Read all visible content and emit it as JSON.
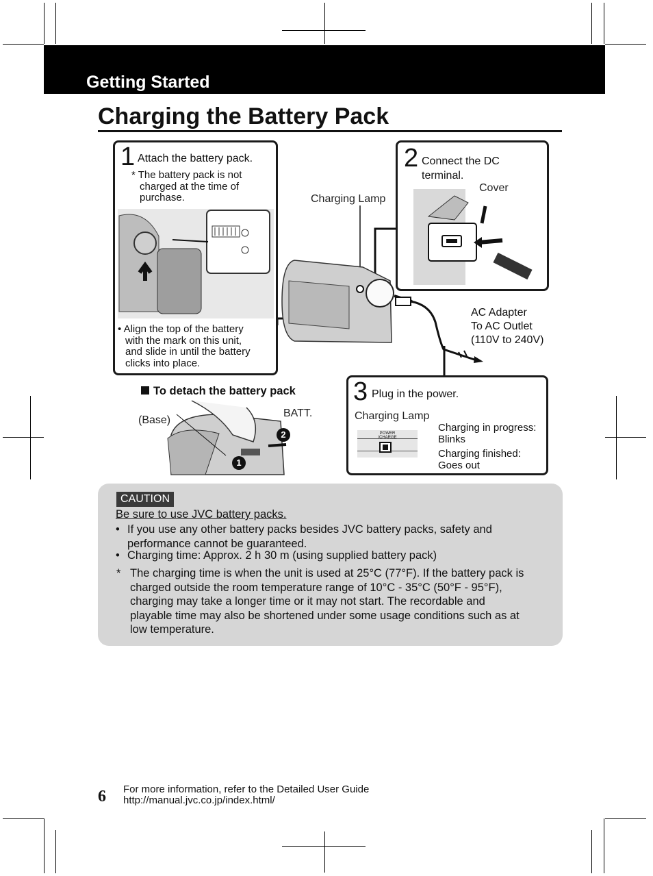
{
  "header": {
    "section": "Getting Started",
    "title": "Charging the Battery Pack"
  },
  "step1": {
    "number": "1",
    "title": "Attach the battery pack.",
    "note": [
      "* The battery pack is not",
      "charged at the time of",
      "purchase."
    ],
    "bullet": [
      "• Align the top of the battery",
      "with the mark on this unit,",
      "and slide in until the battery",
      "clicks into place."
    ]
  },
  "step2": {
    "number": "2",
    "title_lines": [
      "Connect the DC",
      "terminal."
    ],
    "cover_label": "Cover"
  },
  "step3": {
    "number": "3",
    "title": "Plug in the power.",
    "lamp_label": "Charging Lamp",
    "status_lines": [
      "Charging in progress:",
      "Blinks",
      "Charging finished:",
      "Goes out"
    ],
    "indicator_text": [
      "POWER",
      "/CHARGE"
    ]
  },
  "labels": {
    "charging_lamp": "Charging Lamp",
    "ac_lines": [
      "AC Adapter",
      "To AC Outlet",
      "(110V to 240V)"
    ]
  },
  "detach": {
    "heading": "To detach the battery pack",
    "base_label": "(Base)",
    "batt_label": "BATT.",
    "marker_1": "1",
    "marker_2": "2"
  },
  "caution": {
    "tag": "CAUTION",
    "heading": "Be sure to use JVC battery packs.",
    "bullets": [
      [
        "If you use any other battery packs besides JVC battery packs, safety and",
        "performance cannot be guaranteed."
      ],
      [
        "Charging time: Approx. 2 h 30 m (using supplied battery pack)"
      ]
    ],
    "footnote_mark": "*",
    "footnote": [
      "The charging time is when the unit is used at 25°C (77°F). If the battery pack is",
      "charged outside the room temperature range of 10°C - 35°C (50°F - 95°F),",
      "charging may take a longer time or it may not start. The recordable and",
      "playable time may also be shortened under some usage conditions such as at",
      "low temperature."
    ]
  },
  "footer": {
    "page_number": "6",
    "line1": "For more information, refer to the Detailed User Guide",
    "line2": "http://manual.jvc.co.jp/index.html/"
  }
}
